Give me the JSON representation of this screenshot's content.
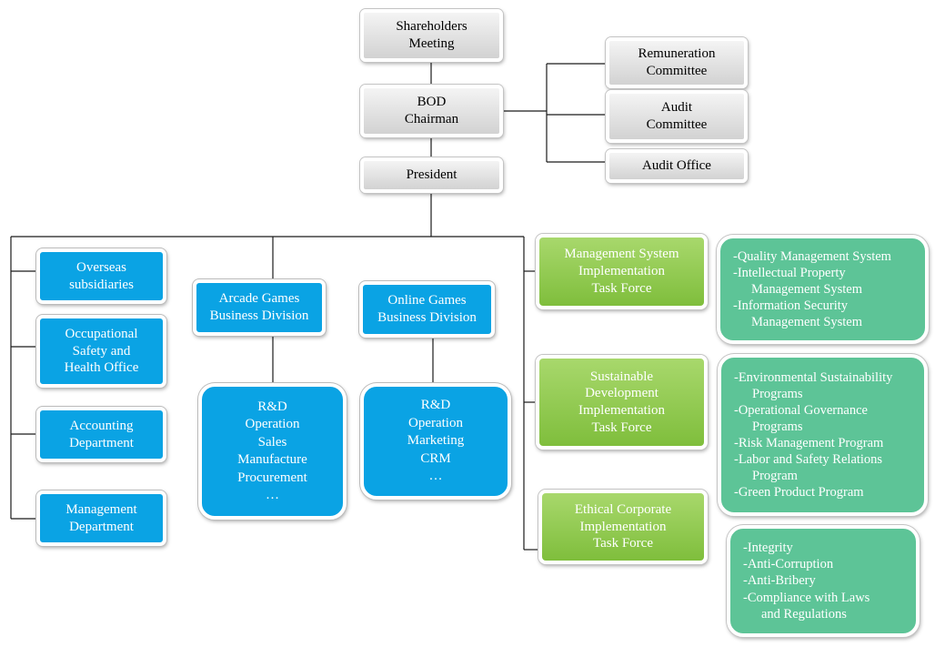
{
  "governance": {
    "shareholders": [
      "Shareholders",
      "Meeting"
    ],
    "bod": [
      "BOD",
      "Chairman"
    ],
    "president": [
      "President"
    ],
    "remuneration": [
      "Remuneration",
      "Committee"
    ],
    "audit_committee": [
      "Audit",
      "Committee"
    ],
    "audit_office": [
      "Audit Office"
    ]
  },
  "left_units": [
    [
      "Overseas",
      "subsidiaries"
    ],
    [
      "Occupational",
      "Safety and",
      "Health Office"
    ],
    [
      "Accounting",
      "Department"
    ],
    [
      "Management",
      "Department"
    ]
  ],
  "divisions": {
    "arcade": {
      "title": [
        "Arcade Games",
        "Business Division"
      ],
      "functions": [
        "R&D",
        "Operation",
        "Sales",
        "Manufacture",
        "Procurement",
        "…"
      ]
    },
    "online": {
      "title": [
        "Online Games",
        "Business Division"
      ],
      "functions": [
        "R&D",
        "Operation",
        "Marketing",
        "CRM",
        "…"
      ]
    }
  },
  "task_forces": [
    {
      "title": [
        "Management System",
        "Implementation",
        "Task Force"
      ],
      "items": [
        {
          "text": "-Quality Management System",
          "indent": false
        },
        {
          "text": "-Intellectual Property",
          "indent": false
        },
        {
          "text": "Management System",
          "indent": true
        },
        {
          "text": "-Information Security",
          "indent": false
        },
        {
          "text": "Management System",
          "indent": true
        }
      ]
    },
    {
      "title": [
        "Sustainable",
        "Development",
        "Implementation",
        "Task Force"
      ],
      "items": [
        {
          "text": "-Environmental Sustainability",
          "indent": false
        },
        {
          "text": "Programs",
          "indent": true
        },
        {
          "text": "-Operational Governance",
          "indent": false
        },
        {
          "text": "Programs",
          "indent": true
        },
        {
          "text": "-Risk Management Program",
          "indent": false
        },
        {
          "text": "-Labor and Safety Relations",
          "indent": false
        },
        {
          "text": "Program",
          "indent": true
        },
        {
          "text": "-Green Product Program",
          "indent": false
        }
      ]
    },
    {
      "title": [
        "Ethical Corporate",
        "Implementation",
        "Task Force"
      ],
      "items": [
        {
          "text": "-Integrity",
          "indent": false
        },
        {
          "text": "-Anti-Corruption",
          "indent": false
        },
        {
          "text": "-Anti-Bribery",
          "indent": false
        },
        {
          "text": "-Compliance with Laws",
          "indent": false
        },
        {
          "text": "and Regulations",
          "indent": true
        }
      ]
    }
  ]
}
